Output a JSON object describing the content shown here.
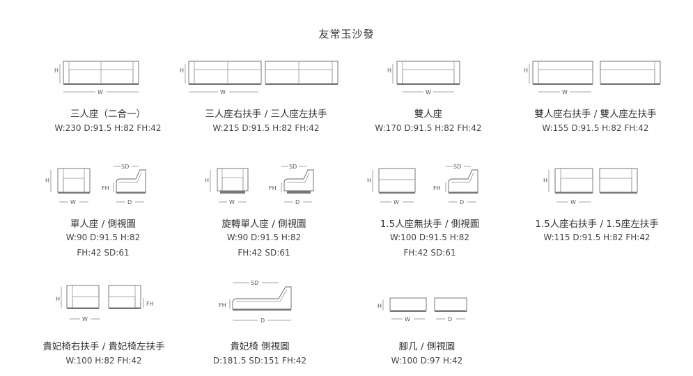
{
  "title": "友常玉沙發",
  "dim_letters": {
    "w": "W",
    "h": "H",
    "d": "D",
    "sd": "SD",
    "fh": "FH"
  },
  "items": [
    {
      "name": "三人座（二合一）",
      "spec1": "W:230  D:91.5  H:82  FH:42",
      "spec2": ""
    },
    {
      "name": "三人座右扶手 / 三人座左扶手",
      "spec1": "W:215  D:91.5  H:82  FH:42",
      "spec2": ""
    },
    {
      "name": "雙人座",
      "spec1": "W:170  D:91.5  H:82  FH:42",
      "spec2": ""
    },
    {
      "name": "雙人座右扶手 / 雙人座左扶手",
      "spec1": "W:155  D:91.5  H:82  FH:42",
      "spec2": ""
    },
    {
      "name": "單人座 / 側視圖",
      "spec1": "W:90  D:91.5  H:82",
      "spec2": "FH:42  SD:61"
    },
    {
      "name": "旋轉單人座 / 側視圖",
      "spec1": "W:90  D:91.5  H:82",
      "spec2": "FH:42  SD:61"
    },
    {
      "name": "1.5人座無扶手 / 側視圖",
      "spec1": "W:100  D:91.5  H:82",
      "spec2": "FH:42  SD:61"
    },
    {
      "name": "1.5人座右扶手 / 1.5座左扶手",
      "spec1": "W:115  D:91.5  H:82  FH:42",
      "spec2": ""
    },
    {
      "name": "貴妃椅右扶手 / 貴妃椅左扶手",
      "spec1": "W:100  H:82  FH:42",
      "spec2": ""
    },
    {
      "name": "貴妃椅 側視圖",
      "spec1": "D:181.5  SD:151  FH:42",
      "spec2": ""
    },
    {
      "name": "腳几 / 側視圖",
      "spec1": "W:100  D:97  H:42",
      "spec2": ""
    }
  ]
}
